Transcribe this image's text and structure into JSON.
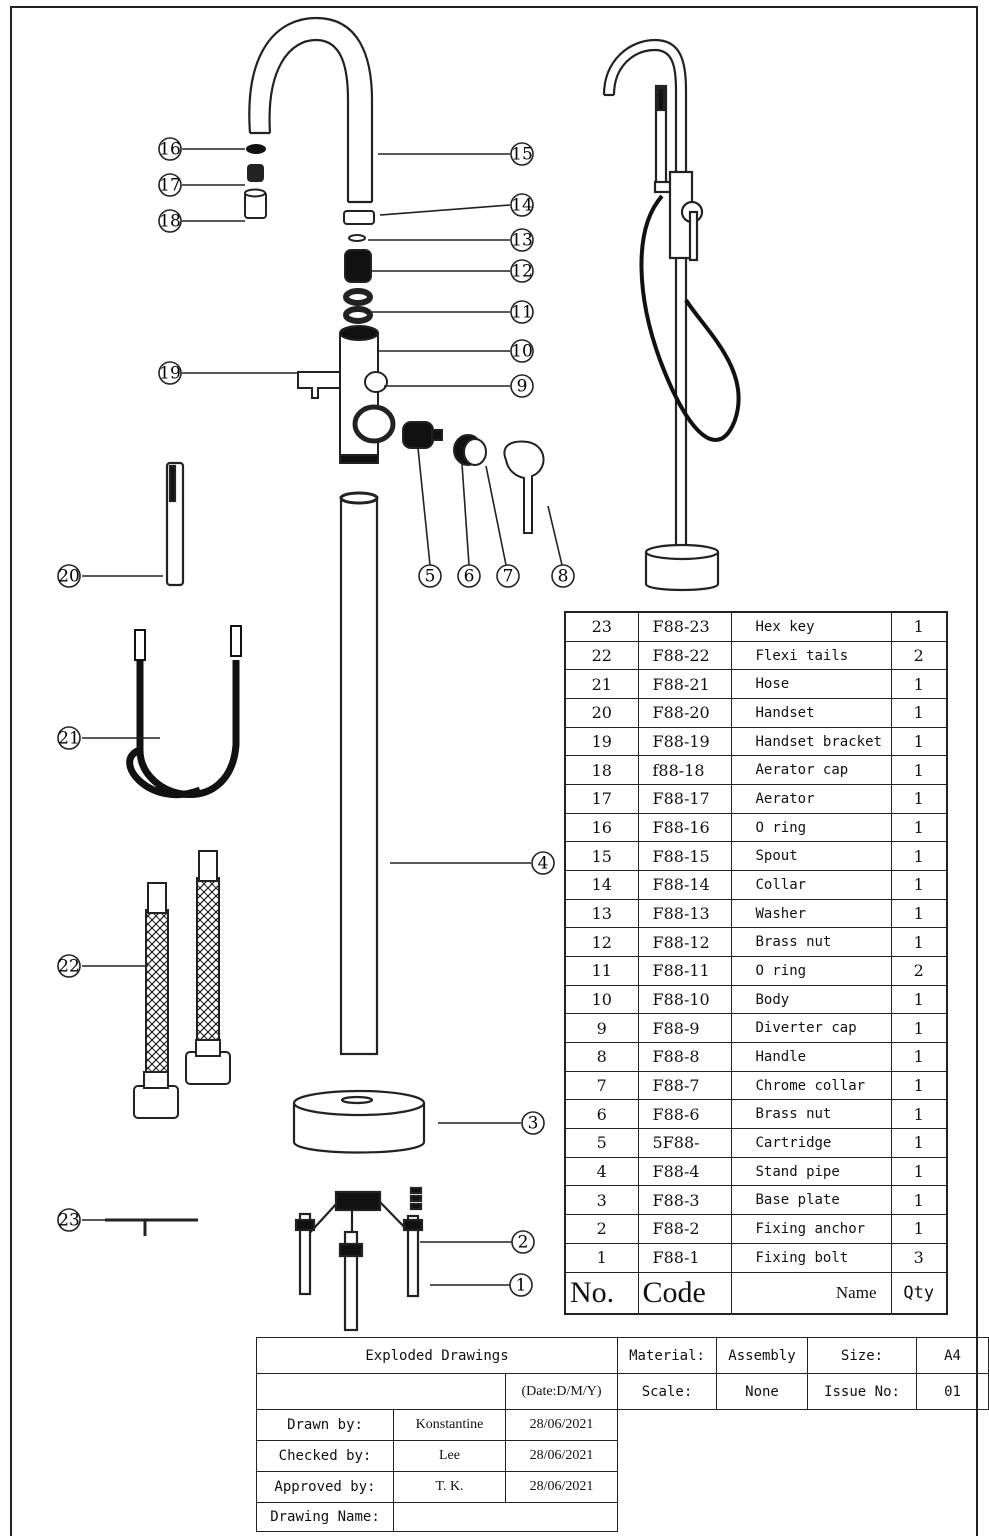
{
  "callouts": [
    "1",
    "2",
    "3",
    "4",
    "5",
    "6",
    "7",
    "8",
    "9",
    "10",
    "11",
    "12",
    "13",
    "14",
    "15",
    "16",
    "17",
    "18",
    "19",
    "20",
    "21",
    "22",
    "23"
  ],
  "parts_table": {
    "header": {
      "no": "No.",
      "code": "Code",
      "name": "Name",
      "qty": "Qty"
    },
    "rows": [
      {
        "no": "23",
        "code": "F88-23",
        "name": "Hex key",
        "qty": "1"
      },
      {
        "no": "22",
        "code": "F88-22",
        "name": "Flexi tails",
        "qty": "2"
      },
      {
        "no": "21",
        "code": "F88-21",
        "name": "Hose",
        "qty": "1"
      },
      {
        "no": "20",
        "code": "F88-20",
        "name": "Handset",
        "qty": "1"
      },
      {
        "no": "19",
        "code": "F88-19",
        "name": "Handset bracket",
        "qty": "1"
      },
      {
        "no": "18",
        "code": "f88-18",
        "name": "Aerator cap",
        "qty": "1"
      },
      {
        "no": "17",
        "code": "F88-17",
        "name": "Aerator",
        "qty": "1"
      },
      {
        "no": "16",
        "code": "F88-16",
        "name": "O ring",
        "qty": "1"
      },
      {
        "no": "15",
        "code": "F88-15",
        "name": "Spout",
        "qty": "1"
      },
      {
        "no": "14",
        "code": "F88-14",
        "name": "Collar",
        "qty": "1"
      },
      {
        "no": "13",
        "code": "F88-13",
        "name": "Washer",
        "qty": "1"
      },
      {
        "no": "12",
        "code": "F88-12",
        "name": "Brass nut",
        "qty": "1"
      },
      {
        "no": "11",
        "code": "F88-11",
        "name": "O ring",
        "qty": "2"
      },
      {
        "no": "10",
        "code": "F88-10",
        "name": "Body",
        "qty": "1"
      },
      {
        "no": "9",
        "code": "F88-9",
        "name": "Diverter cap",
        "qty": "1"
      },
      {
        "no": "8",
        "code": "F88-8",
        "name": "Handle",
        "qty": "1"
      },
      {
        "no": "7",
        "code": "F88-7",
        "name": "Chrome collar",
        "qty": "1"
      },
      {
        "no": "6",
        "code": "F88-6",
        "name": "Brass nut",
        "qty": "1"
      },
      {
        "no": "5",
        "code": "5F88-",
        "name": "Cartridge",
        "qty": "1"
      },
      {
        "no": "4",
        "code": "F88-4",
        "name": "Stand pipe",
        "qty": "1"
      },
      {
        "no": "3",
        "code": "F88-3",
        "name": "Base plate",
        "qty": "1"
      },
      {
        "no": "2",
        "code": "F88-2",
        "name": "Fixing anchor",
        "qty": "1"
      },
      {
        "no": "1",
        "code": "F88-1",
        "name": "Fixing bolt",
        "qty": "3"
      }
    ]
  },
  "title_block": {
    "title": "Exploded Drawings",
    "material_label": "Material:",
    "material_value": "Assembly",
    "size_label": "Size:",
    "size_value": "A4",
    "date_format": "(Date:D/M/Y)",
    "scale_label": "Scale:",
    "scale_value": "None",
    "issue_label": "Issue No:",
    "issue_value": "01",
    "drawn_label": "Drawn by:",
    "drawn_name": "Konstantine",
    "drawn_date": "28/06/2021",
    "checked_label": "Checked by:",
    "checked_name": "Lee",
    "checked_date": "28/06/2021",
    "approved_label": "Approved by:",
    "approved_name": "T. K.",
    "approved_date": "28/06/2021",
    "drawing_name_label": "Drawing Name:"
  }
}
